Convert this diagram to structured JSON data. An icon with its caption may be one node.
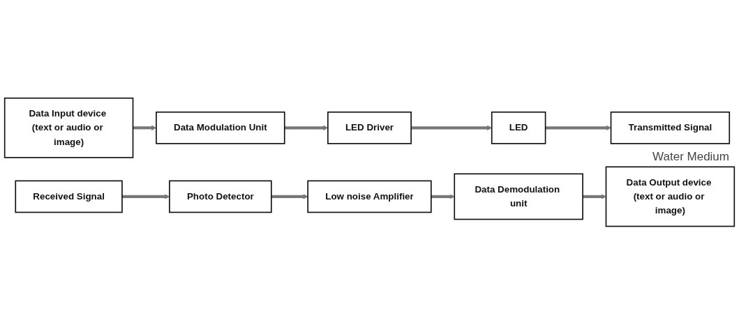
{
  "diagram": {
    "nodes": [
      {
        "text": [
          "Data Input device (text or audio or image)"
        ]
      },
      {
        "text": [
          "Data Modulation Unit"
        ]
      },
      {
        "text": [
          "LED Driver"
        ]
      },
      {
        "text": [
          "LED"
        ]
      },
      {
        "text": [
          "Transmitted Signal"
        ]
      },
      {
        "text": [
          "Received Signal"
        ]
      },
      {
        "text": [
          "Photo Detector"
        ]
      },
      {
        "text": [
          "Low noise Amplifier"
        ]
      },
      {
        "text": [
          "Data Demodulation unit"
        ]
      },
      {
        "text": [
          "Data Output device (text or audio or image)"
        ]
      }
    ],
    "edges": [
      {
        "from": 0,
        "to": 1,
        "arrow": "to"
      },
      {
        "from": 1,
        "to": 2,
        "arrow": "to"
      },
      {
        "from": 2,
        "to": 3,
        "arrow": "to"
      },
      {
        "from": 3,
        "to": 4,
        "arrow": "to"
      },
      {
        "from": 5,
        "to": 6,
        "arrow": "to"
      },
      {
        "from": 6,
        "to": 7,
        "arrow": "to"
      },
      {
        "from": 7,
        "to": 8,
        "arrow": "to"
      },
      {
        "from": 8,
        "to": 9,
        "arrow": "to"
      }
    ],
    "labels": [
      "Water Medium"
    ]
  }
}
